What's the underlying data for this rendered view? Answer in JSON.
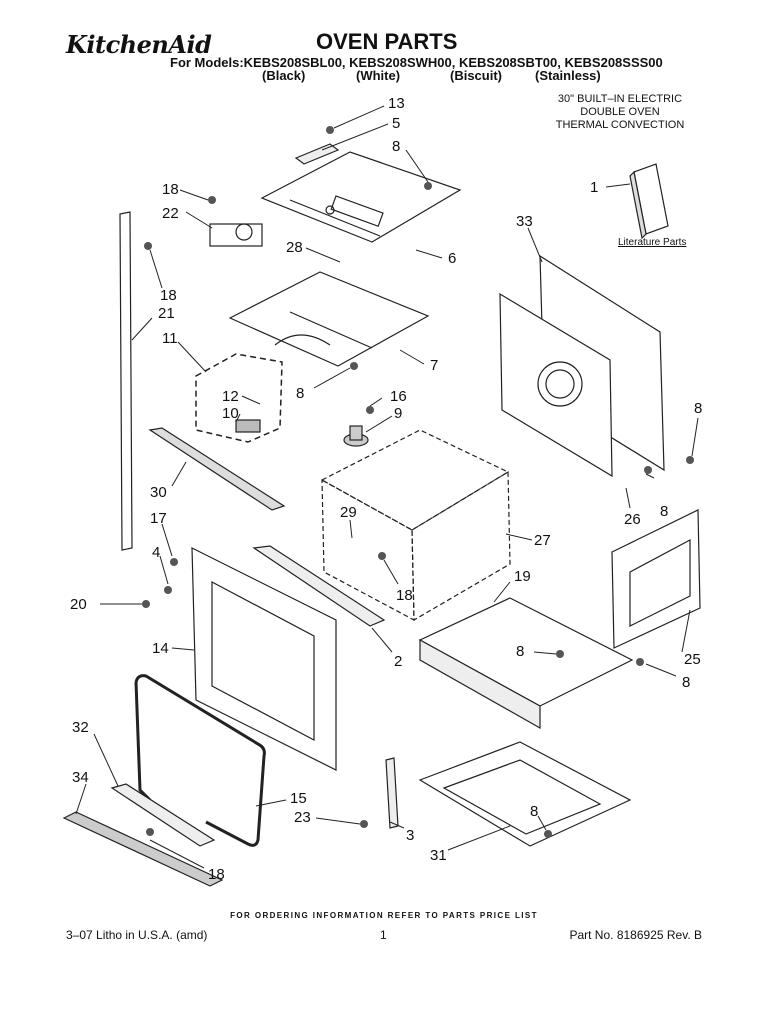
{
  "header": {
    "brand": "KitchenAid",
    "title": "OVEN PARTS",
    "models": "For Models:KEBS208SBL00, KEBS208SWH00, KEBS208SBT00, KEBS208SSS00",
    "colors": [
      "(Black)",
      "(White)",
      "(Biscuit)",
      "(Stainless)"
    ],
    "description": [
      "30\" BUILT–IN ELECTRIC",
      "DOUBLE OVEN",
      "THERMAL CONVECTION"
    ]
  },
  "literature_label": "Literature Parts",
  "callouts": [
    {
      "id": "c13",
      "label": "13"
    },
    {
      "id": "c5",
      "label": "5"
    },
    {
      "id": "c8a",
      "label": "8"
    },
    {
      "id": "c1",
      "label": "1"
    },
    {
      "id": "c18a",
      "label": "18"
    },
    {
      "id": "c22",
      "label": "22"
    },
    {
      "id": "c33",
      "label": "33"
    },
    {
      "id": "c28",
      "label": "28"
    },
    {
      "id": "c6",
      "label": "6"
    },
    {
      "id": "c18b",
      "label": "18"
    },
    {
      "id": "c21",
      "label": "21"
    },
    {
      "id": "c11",
      "label": "11"
    },
    {
      "id": "c7",
      "label": "7"
    },
    {
      "id": "c12",
      "label": "12"
    },
    {
      "id": "c8b",
      "label": "8"
    },
    {
      "id": "c16",
      "label": "16"
    },
    {
      "id": "c10",
      "label": "10"
    },
    {
      "id": "c9",
      "label": "9"
    },
    {
      "id": "c8c",
      "label": "8"
    },
    {
      "id": "c30",
      "label": "30"
    },
    {
      "id": "c8d",
      "label": "8"
    },
    {
      "id": "c26",
      "label": "26"
    },
    {
      "id": "c17",
      "label": "17"
    },
    {
      "id": "c29",
      "label": "29"
    },
    {
      "id": "c27",
      "label": "27"
    },
    {
      "id": "c4",
      "label": "4"
    },
    {
      "id": "c19",
      "label": "19"
    },
    {
      "id": "c18c",
      "label": "18"
    },
    {
      "id": "c20",
      "label": "20"
    },
    {
      "id": "c14",
      "label": "14"
    },
    {
      "id": "c2",
      "label": "2"
    },
    {
      "id": "c8e",
      "label": "8"
    },
    {
      "id": "c25",
      "label": "25"
    },
    {
      "id": "c8f",
      "label": "8"
    },
    {
      "id": "c32",
      "label": "32"
    },
    {
      "id": "c34",
      "label": "34"
    },
    {
      "id": "c15",
      "label": "15"
    },
    {
      "id": "c23",
      "label": "23"
    },
    {
      "id": "c8g",
      "label": "8"
    },
    {
      "id": "c3",
      "label": "3"
    },
    {
      "id": "c31",
      "label": "31"
    },
    {
      "id": "c18d",
      "label": "18"
    }
  ],
  "footer": {
    "ordering_note": "FOR ORDERING INFORMATION REFER TO PARTS PRICE LIST",
    "litho": "3–07 Litho in U.S.A. (amd)",
    "page": "1",
    "part_no": "Part No. 8186925 Rev. B"
  }
}
